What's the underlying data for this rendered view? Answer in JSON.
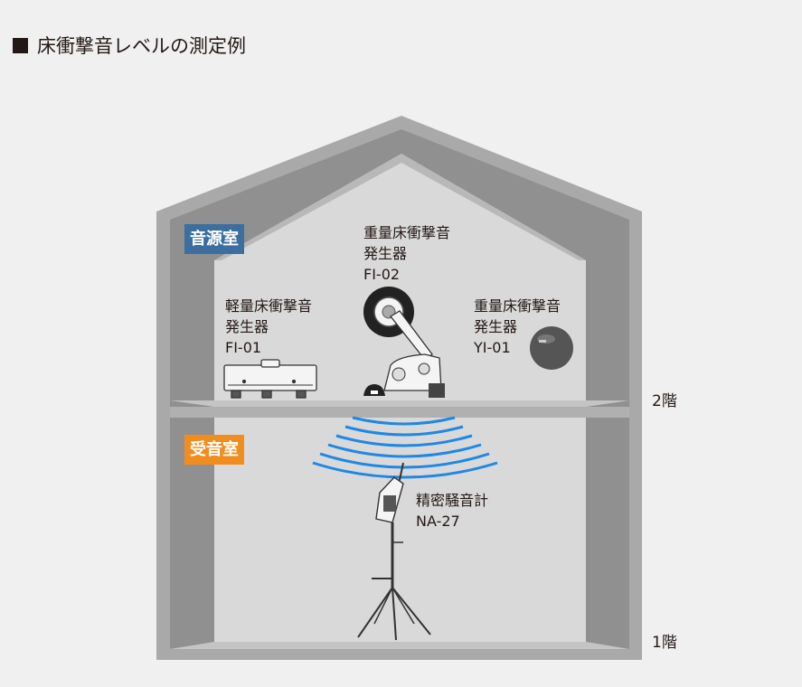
{
  "heading": {
    "icon": "black-square-icon",
    "text": "床衝撃音レベルの測定例"
  },
  "rooms": {
    "source": {
      "label": "音源室",
      "color": "#3c6e9f"
    },
    "receive": {
      "label": "受音室",
      "color": "#f18d1e"
    }
  },
  "devices": {
    "light": {
      "line1": "軽量床衝撃音",
      "line2": "発生器",
      "model": "FI-01"
    },
    "heavy_tire": {
      "line1": "重量床衝撃音",
      "line2": "発生器",
      "model": "FI-02"
    },
    "heavy_ball": {
      "line1": "重量床衝撃音",
      "line2": "発生器",
      "model": "YI-01"
    },
    "meter": {
      "line1": "精密騒音計",
      "model": "NA-27"
    }
  },
  "floors": {
    "upper": "2階",
    "lower": "1階"
  },
  "colors": {
    "wall_outer": "#a9a9a9",
    "wall_inner": "#8f8f8f",
    "room_fill": "#d9d9d9",
    "wave": "#1e88e5"
  }
}
